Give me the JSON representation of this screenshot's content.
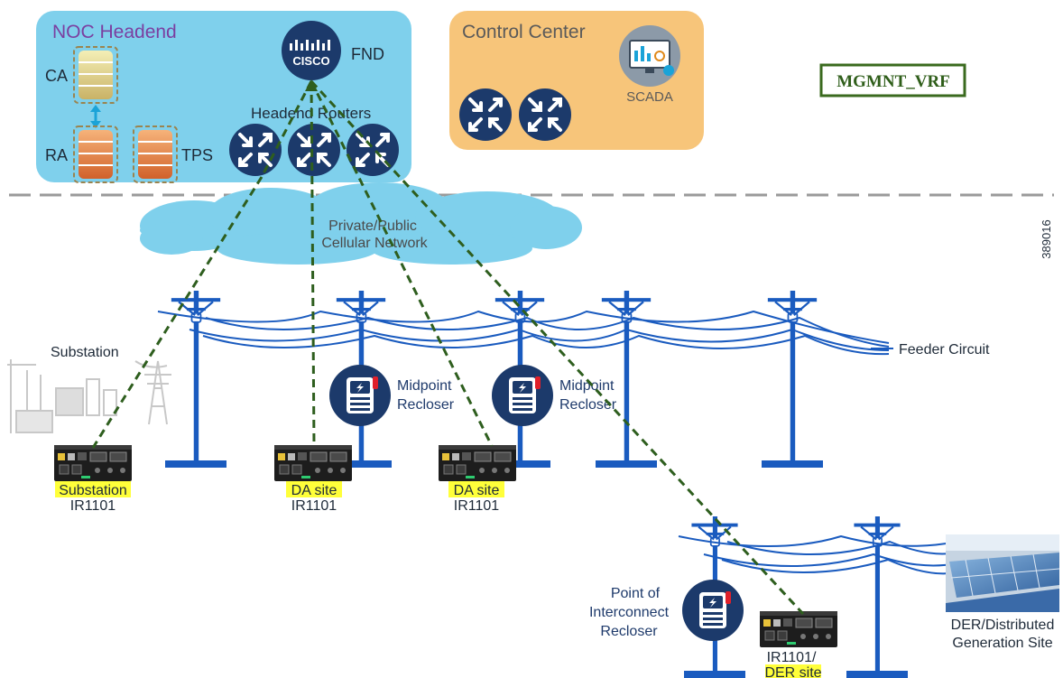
{
  "noc": {
    "title": "NOC Headend",
    "fnd_label": "FND",
    "cisco_label": "CISCO",
    "ca_label": "CA",
    "ra_label": "RA",
    "tps_label": "TPS",
    "routers_label": "Headend Routers"
  },
  "control_center": {
    "title": "Control Center",
    "scada_label": "SCADA"
  },
  "vrf_label": "MGMNT_VRF",
  "figure_id": "389016",
  "cloud": {
    "line1": "Private/Public",
    "line2": "Cellular Network"
  },
  "labels": {
    "substation_top": "Substation",
    "feeder_circuit": "Feeder Circuit",
    "midpoint_1_line1": "Midpoint",
    "midpoint_1_line2": "Recloser",
    "midpoint_2_line1": "Midpoint",
    "midpoint_2_line2": "Recloser",
    "poi_line1": "Point of",
    "poi_line2": "Interconnect",
    "poi_line3": "Recloser",
    "der_line1": "DER/Distributed",
    "der_line2": "Generation Site"
  },
  "devices": [
    {
      "site": "Substation",
      "model": "IR1101"
    },
    {
      "site": "DA site",
      "model": "IR1101"
    },
    {
      "site": "DA site",
      "model": "IR1101"
    },
    {
      "site": "DER site",
      "model": "IR1101/"
    }
  ],
  "colors": {
    "noc_bg": "#7fd0ec",
    "control_bg": "#f7c57a",
    "noc_title": "#7b3fa0",
    "router": "#1c3a6b",
    "pole": "#1a5bbf",
    "dash_link": "#2e5e1e",
    "highlight": "#ffff3a",
    "vrf_border": "#3a6a1e",
    "vrf_text": "#2f5e1a"
  }
}
